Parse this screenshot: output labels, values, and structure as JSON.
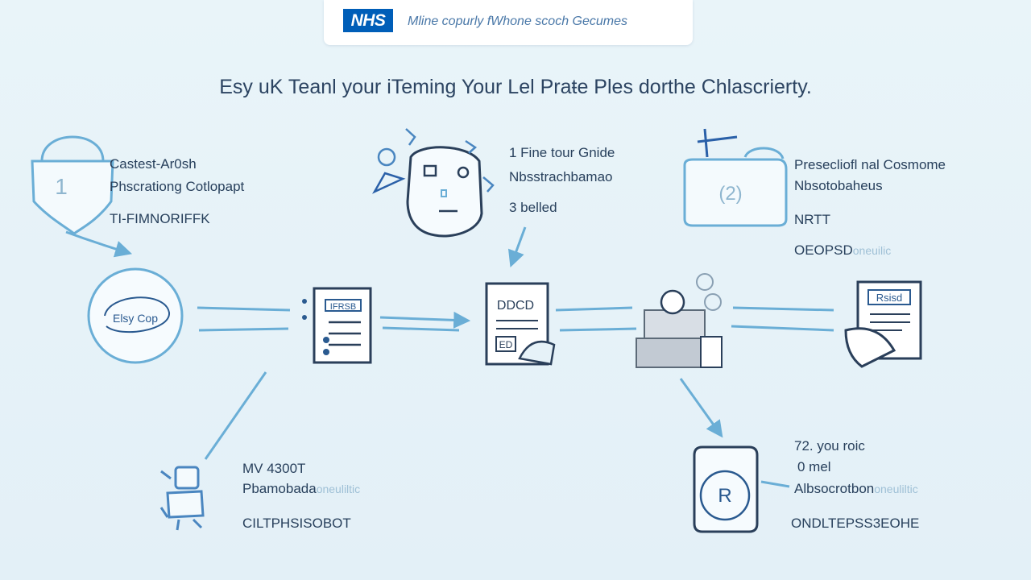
{
  "header": {
    "logo_text": "NHS",
    "tagline": "Mline copurly fWhone scoch Gecumes"
  },
  "title": "Esy uK Teanl your iTeming Your Lel Praŧe Ples dorthe Chlascrierty.",
  "steps": {
    "step1": {
      "badge": "1",
      "line1": "Castest-Ar0sh",
      "line2": "Phscrationg Cotlopapt",
      "line3": "TI-FIMNORIFFK"
    },
    "step_face": {
      "line1": "1 Fine tour Gnide",
      "line2": "Nbsstrachbamao",
      "line3": "3 belled"
    },
    "step2": {
      "badge": "(2)",
      "line1": "Presecliofl nal Cosmome",
      "line2": "Nbsotobaheus",
      "line3": "NRTT",
      "line4": "OEOPSD",
      "line4_faded": "oneuilic"
    },
    "step_lower_left": {
      "line1": "MV 4300T",
      "line2": "Pbamobada",
      "line2_faded": "oneuliltic",
      "line3": "CILTPHSISOBOT"
    },
    "step_lower_right": {
      "line1": "72. you roic",
      "line2": "0 mel",
      "line3": "Albsocrotbon",
      "line3_faded": "oneuliltic",
      "line4": "ONDLTEPSS3ЕОНЕ"
    }
  },
  "flow_nodes": {
    "start_circle_text": "Elsy Cop",
    "doc1_text": "IFRSB",
    "doc2_text": "DDCD",
    "doc2_sub": "ED",
    "end_doc_text": "Rsisd",
    "bottom_badge": "R"
  },
  "colors": {
    "background": "#e6f2f8",
    "line": "#6aaed6",
    "ink": "#2a3f5a",
    "nhs_blue": "#005eb8"
  }
}
